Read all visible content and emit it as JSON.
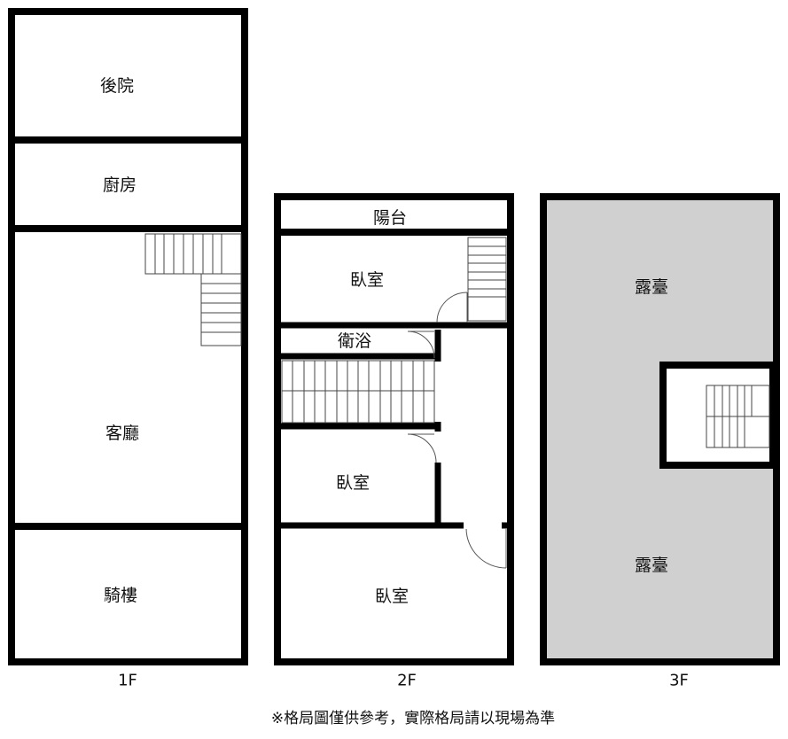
{
  "floors": {
    "f1": {
      "label": "1F",
      "rooms": {
        "backyard": "後院",
        "kitchen": "廚房",
        "living": "客廳",
        "arcade": "騎樓"
      }
    },
    "f2": {
      "label": "2F",
      "rooms": {
        "balcony": "陽台",
        "bedroom_top": "臥室",
        "bathroom": "衛浴",
        "bedroom_mid": "臥室",
        "bedroom_bottom": "臥室"
      }
    },
    "f3": {
      "label": "3F",
      "rooms": {
        "terrace_top": "露臺",
        "terrace_bottom": "露臺"
      }
    }
  },
  "disclaimer": "※格局圖僅供參考，實際格局請以現場為準",
  "colors": {
    "wall": "#000000",
    "terrace_fill": "#d0d0d0",
    "background": "#ffffff"
  }
}
